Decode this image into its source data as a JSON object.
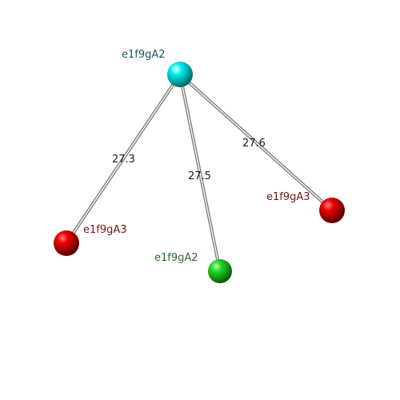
{
  "nodes": [
    {
      "id": "n0",
      "label": "e1f9gA2",
      "color": "#00e5e5",
      "label_color": "#1f5560"
    },
    {
      "id": "n1",
      "label": "e1f9gA3",
      "color": "#ee0000",
      "label_color": "#6a1a1a"
    },
    {
      "id": "n2",
      "label": "e1f9gA2",
      "color": "#22dd22",
      "label_color": "#2a6a2a"
    },
    {
      "id": "n3",
      "label": "e1f9gA3",
      "color": "#ee0000",
      "label_color": "#6a1a1a"
    }
  ],
  "edges": [
    {
      "from": "n0",
      "to": "n1",
      "label": "27.3"
    },
    {
      "from": "n0",
      "to": "n2",
      "label": "27.5"
    },
    {
      "from": "n0",
      "to": "n3",
      "label": "27.6"
    }
  ]
}
